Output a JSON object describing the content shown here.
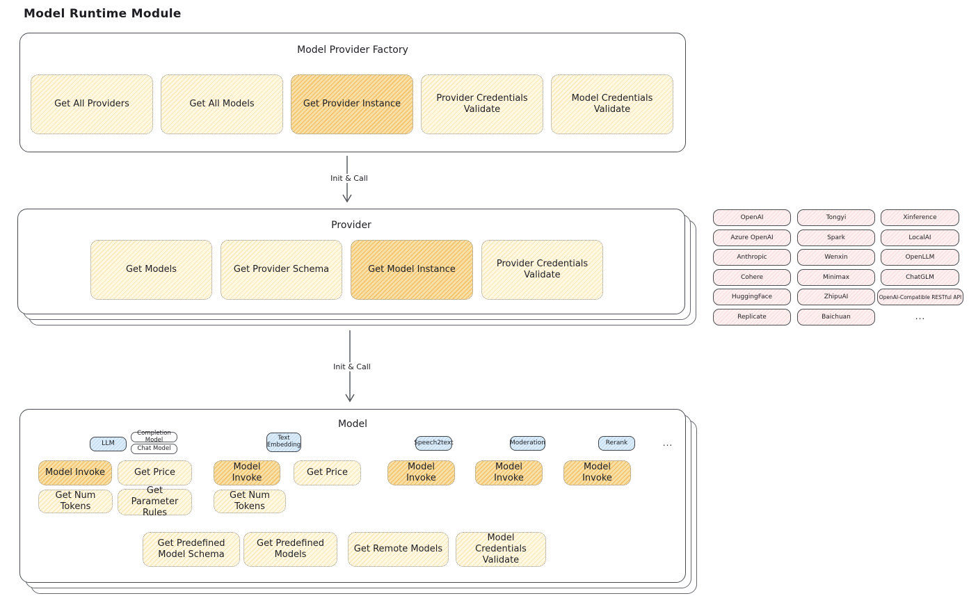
{
  "page": {
    "title": "Model Runtime Module"
  },
  "arrows": {
    "first": "Init & Call",
    "second": "Init & Call"
  },
  "factory": {
    "title": "Model Provider Factory",
    "buttons": [
      {
        "label": "Get All Providers",
        "highlight": false
      },
      {
        "label": "Get All Models",
        "highlight": false
      },
      {
        "label": "Get Provider Instance",
        "highlight": true
      },
      {
        "label": "Provider Credentials Validate",
        "highlight": false
      },
      {
        "label": "Model Credentials Validate",
        "highlight": false
      }
    ]
  },
  "provider": {
    "title": "Provider",
    "buttons": [
      {
        "label": "Get Models",
        "highlight": false
      },
      {
        "label": "Get Provider Schema",
        "highlight": false
      },
      {
        "label": "Get Model Instance",
        "highlight": true
      },
      {
        "label": "Provider Credentials Validate",
        "highlight": false
      }
    ]
  },
  "provider_list": {
    "items": [
      "OpenAI",
      "Tongyi",
      "Xinference",
      "Azure OpenAI",
      "Spark",
      "LocalAI",
      "Anthropic",
      "Wenxin",
      "OpenLLM",
      "Cohere",
      "Minimax",
      "ChatGLM",
      "HuggingFace",
      "ZhipuAI",
      "OpenAI-Compatible RESTful API",
      "Replicate",
      "Baichuan"
    ],
    "ellipsis": "..."
  },
  "model": {
    "title": "Model",
    "tags": [
      "LLM",
      "Completion Model",
      "Chat Model",
      "Text Embedding",
      "Speech2text",
      "Moderation",
      "Rerank"
    ],
    "tags_ellipsis": "...",
    "buttons": {
      "llm": [
        "Model Invoke",
        "Get Price",
        "Get Num Tokens",
        "Get Parameter Rules"
      ],
      "text_embedding": [
        "Model Invoke",
        "Get Price",
        "Get Num Tokens"
      ],
      "speech2text": [
        "Model Invoke"
      ],
      "moderation": [
        "Model Invoke"
      ],
      "rerank": [
        "Model Invoke"
      ]
    },
    "bottom_buttons": [
      "Get Predefined Model Schema",
      "Get Predefined Models",
      "Get Remote Models",
      "Model Credentials Validate"
    ]
  },
  "colors": {
    "highlight_yellow": "#FAE3AE",
    "light_yellow": "#FFF9E4",
    "pink": "#FDF0F0",
    "blue": "#DCEDF9",
    "stroke": "#4A4E54"
  }
}
